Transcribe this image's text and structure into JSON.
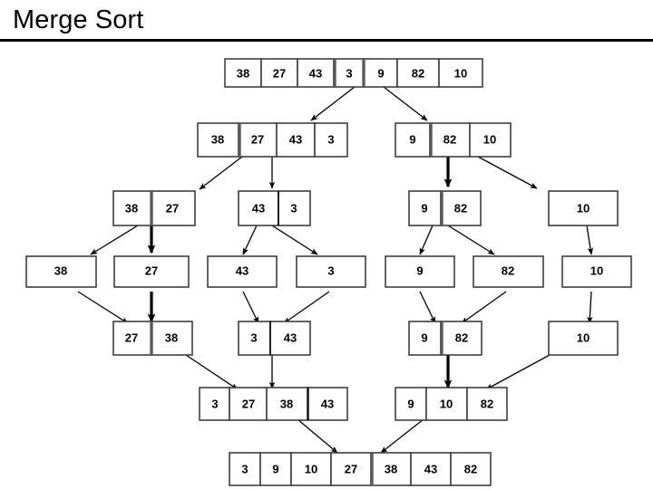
{
  "slide": {
    "title": "Merge Sort",
    "background_color": "#ffffff",
    "rule_color": "#000000"
  },
  "diagram": {
    "type": "merge-sort-tree",
    "box_fill": "#ffffff",
    "box_stroke": "#3f3f3f",
    "arrow_color": "#000000",
    "rows": [
      {
        "name": "row-split-0",
        "phase": "split",
        "arrays": [
          {
            "name": "array-root",
            "values": [
              "38",
              "27",
              "43",
              "3",
              "9",
              "82",
              "10"
            ],
            "split_after_index": 3
          }
        ]
      },
      {
        "name": "row-split-1",
        "phase": "split",
        "arrays": [
          {
            "name": "array-left-4",
            "values": [
              "38",
              "27",
              "43",
              "3"
            ],
            "split_after_index": 1
          },
          {
            "name": "array-right-3",
            "values": [
              "9",
              "82",
              "10"
            ],
            "split_after_index": 1
          }
        ]
      },
      {
        "name": "row-split-2",
        "phase": "split",
        "arrays": [
          {
            "name": "array-38-27",
            "values": [
              "38",
              "27"
            ],
            "split_after_index": 0
          },
          {
            "name": "array-43-3",
            "values": [
              "43",
              "3"
            ],
            "split_after_index": 0
          },
          {
            "name": "array-9-82",
            "values": [
              "9",
              "82"
            ],
            "split_after_index": 0
          },
          {
            "name": "array-10",
            "values": [
              "10"
            ],
            "split_after_index": -1
          }
        ]
      },
      {
        "name": "row-leaves",
        "phase": "leaves",
        "arrays": [
          {
            "name": "leaf-38",
            "values": [
              "38"
            ],
            "split_after_index": -1
          },
          {
            "name": "leaf-27",
            "values": [
              "27"
            ],
            "split_after_index": -1
          },
          {
            "name": "leaf-43",
            "values": [
              "43"
            ],
            "split_after_index": -1
          },
          {
            "name": "leaf-3",
            "values": [
              "3"
            ],
            "split_after_index": -1
          },
          {
            "name": "leaf-9",
            "values": [
              "9"
            ],
            "split_after_index": -1
          },
          {
            "name": "leaf-82",
            "values": [
              "82"
            ],
            "split_after_index": -1
          },
          {
            "name": "leaf-10",
            "values": [
              "10"
            ],
            "split_after_index": -1
          }
        ]
      },
      {
        "name": "row-merge-2",
        "phase": "merge",
        "arrays": [
          {
            "name": "merged-27-38",
            "values": [
              "27",
              "38"
            ],
            "split_after_index": 0
          },
          {
            "name": "merged-3-43",
            "values": [
              "3",
              "43"
            ],
            "split_after_index": 0
          },
          {
            "name": "merged-9-82",
            "values": [
              "9",
              "82"
            ],
            "split_after_index": 0
          },
          {
            "name": "merged-10",
            "values": [
              "10"
            ],
            "split_after_index": -1
          }
        ]
      },
      {
        "name": "row-merge-1",
        "phase": "merge",
        "arrays": [
          {
            "name": "merged-left-4",
            "values": [
              "3",
              "27",
              "38",
              "43"
            ],
            "split_after_index": 2
          },
          {
            "name": "merged-right-3",
            "values": [
              "9",
              "10",
              "82"
            ],
            "split_after_index": -1
          }
        ]
      },
      {
        "name": "row-merge-0",
        "phase": "merge",
        "arrays": [
          {
            "name": "array-sorted",
            "values": [
              "3",
              "9",
              "10",
              "27",
              "38",
              "43",
              "82"
            ],
            "split_after_index": 3
          }
        ]
      }
    ]
  }
}
